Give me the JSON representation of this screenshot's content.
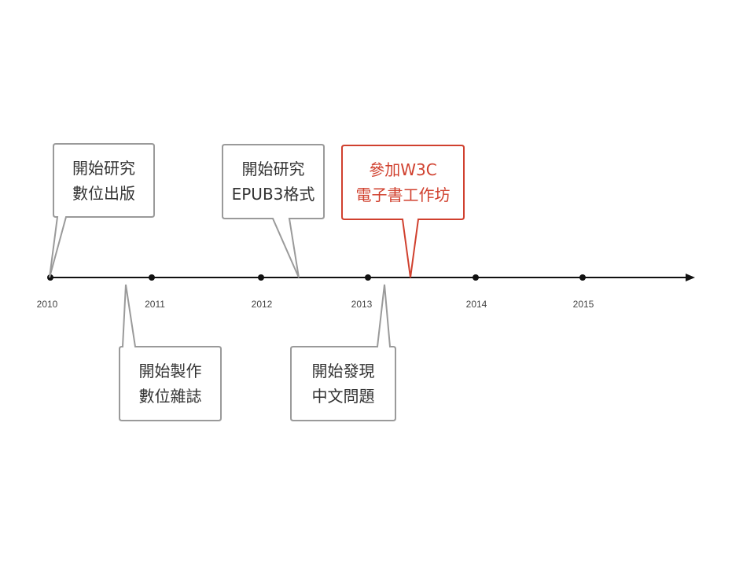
{
  "timeline": {
    "years": [
      "2010",
      "2011",
      "2012",
      "2013",
      "2014",
      "2015"
    ],
    "events": [
      {
        "lines": [
          "開始研究",
          "數位出版"
        ],
        "highlight": false
      },
      {
        "lines": [
          "開始製作",
          "數位雜誌"
        ],
        "highlight": false
      },
      {
        "lines": [
          "開始研究",
          "EPUB3格式"
        ],
        "highlight": false
      },
      {
        "lines": [
          "開始發現",
          "中文問題"
        ],
        "highlight": false
      },
      {
        "lines": [
          "參加W3C",
          "電子書工作坊"
        ],
        "highlight": true
      }
    ]
  },
  "colors": {
    "callout_border": "#9a9a9a",
    "highlight": "#d0402e",
    "axis": "#111111"
  }
}
